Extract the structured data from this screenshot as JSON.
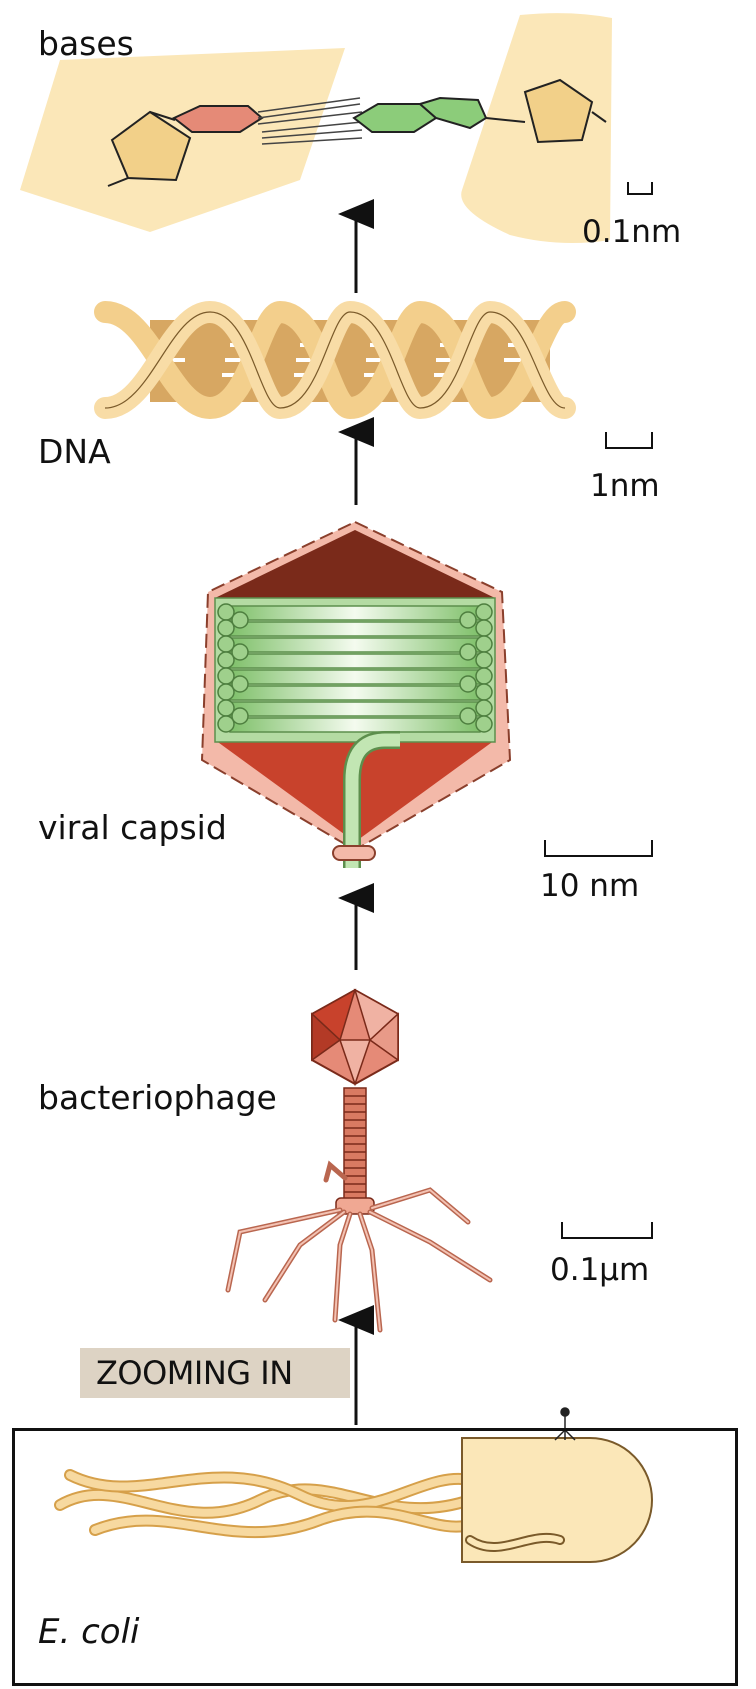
{
  "labels": {
    "bases": "bases",
    "dna": "DNA",
    "viral_capsid": "viral capsid",
    "bacteriophage": "bacteriophage",
    "zooming_in": "ZOOMING IN",
    "ecoli": "E. coli"
  },
  "scale_bars": {
    "bases": "0.1nm",
    "dna": "1nm",
    "capsid": "10 nm",
    "phage": "0.1µm"
  },
  "colors": {
    "sugar_band": "#fbe7b8",
    "sugar_ring": "#f2d089",
    "base_red": "#e58a77",
    "base_green": "#8ccc7a",
    "dna_strand": "#f3cf8c",
    "capsid_dark": "#7a2a1a",
    "capsid_red": "#c8422c",
    "capsid_shell": "#f3b9a9",
    "dna_coil": "#9fd08c",
    "phage_tail": "#c86a52",
    "zoom_box": "#ddd3c4",
    "cell_body": "#fbe7b8"
  }
}
